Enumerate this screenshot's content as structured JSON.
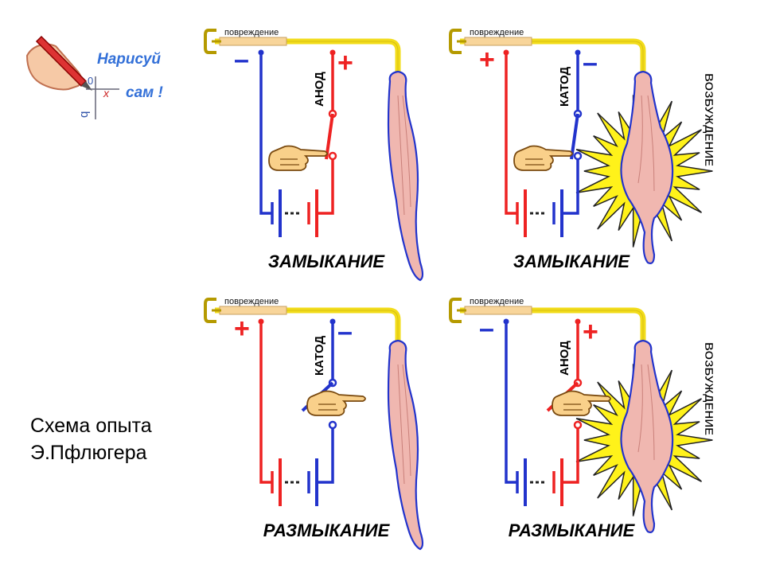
{
  "logo": {
    "line1": "Нарисуй",
    "line2": "сам !"
  },
  "caption": {
    "line1": "Схема опыта",
    "line2": "Э.Пфлюгера"
  },
  "colors": {
    "red": "#ee2222",
    "blue": "#2233cc",
    "yellow": "#f2dc1a",
    "injury": "#f8d59a",
    "muscle": "#f0b7b0",
    "burst": "#fff21a",
    "hand": "#f9d08a"
  },
  "panels": [
    {
      "injury_label": "повреждение",
      "electrode_label": "АНОД",
      "left_sign": "–",
      "right_sign": "+",
      "left_color": "blue",
      "right_color": "red",
      "switch": "closed",
      "excited": false,
      "excitation_label": "",
      "mode_label": "ЗАМЫКАНИЕ"
    },
    {
      "injury_label": "повреждение",
      "electrode_label": "КАТОД",
      "left_sign": "+",
      "right_sign": "–",
      "left_color": "red",
      "right_color": "blue",
      "switch": "closed",
      "excited": true,
      "excitation_label": "ВОЗБУЖДЕНИЕ",
      "mode_label": "ЗАМЫКАНИЕ"
    },
    {
      "injury_label": "повреждение",
      "electrode_label": "КАТОД",
      "left_sign": "+",
      "right_sign": "–",
      "left_color": "red",
      "right_color": "blue",
      "switch": "open",
      "excited": false,
      "excitation_label": "",
      "mode_label": "РАЗМЫКАНИЕ"
    },
    {
      "injury_label": "повреждение",
      "electrode_label": "АНОД",
      "left_sign": "–",
      "right_sign": "+",
      "left_color": "blue",
      "right_color": "red",
      "switch": "open",
      "excited": true,
      "excitation_label": "ВОЗБУЖДЕНИЕ",
      "mode_label": "РАЗМЫКАНИЕ"
    }
  ]
}
